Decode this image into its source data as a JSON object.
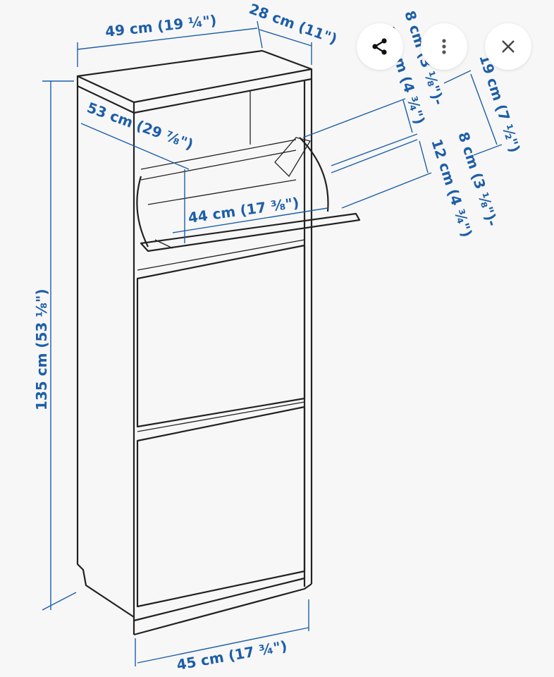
{
  "dimensions": {
    "width_top": "49 cm (19 ¼\")",
    "depth_top": "28 cm (11\")",
    "flap_min_top": "8 cm (3 ⅛\")-",
    "flap_max_top": "12 cm (4 ¾\")",
    "compartment_height": "19 cm (7 ½\")",
    "flap_min": "8 cm (3 ⅛\")-",
    "flap_max": "12 cm (4 ¾\")",
    "open_depth": "53 cm (29 ⅞\")",
    "inner_width": "44 cm (17 ⅜\")",
    "height": "135 cm (53 ⅛\")",
    "width_bottom": "45 cm (17 ¾\")"
  },
  "toolbar": {
    "share_icon": "share-icon",
    "more_icon": "more-vertical-icon",
    "close_icon": "close-icon"
  },
  "colors": {
    "dimension": "#1d5ea8",
    "background": "#f7f7f7"
  }
}
